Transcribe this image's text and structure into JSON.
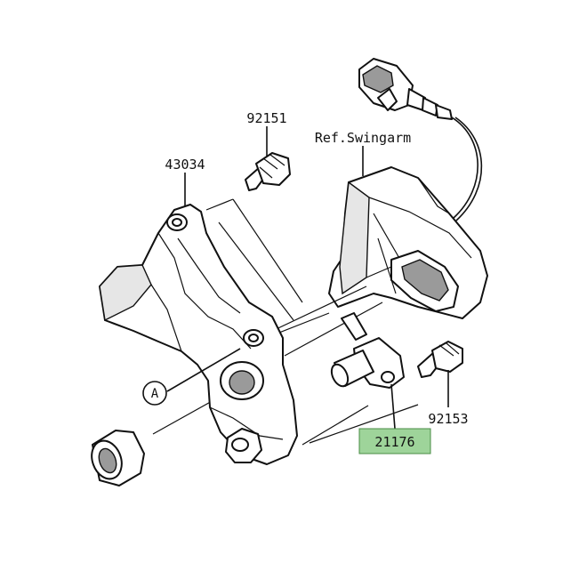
{
  "labels": {
    "bolt_top": "92151",
    "bracket": "43034",
    "ref_swingarm": "Ref.Swingarm",
    "circle_marker": "A",
    "bolt_right": "92153",
    "sensor": "21176"
  },
  "colors": {
    "highlight": "#9ed49a",
    "ink": "#111111"
  }
}
